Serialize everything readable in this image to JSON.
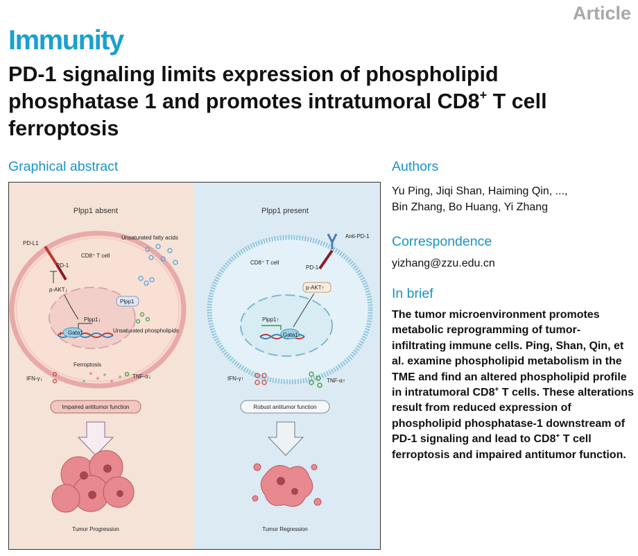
{
  "header": {
    "article_tag": "Article",
    "journal": "Immunity",
    "title_part1": "PD-1 signaling limits expression of phospholipid phosphatase 1 and promotes intratumoral CD8",
    "title_sup": "+",
    "title_part2": " T cell ferroptosis"
  },
  "graphical_abstract": {
    "heading": "Graphical abstract",
    "left_panel": {
      "title": "Plpp1 absent",
      "labels": {
        "pdl1": "PD-L1",
        "pd1": "PD-1",
        "cd8": "CD8⁺ T cell",
        "pakt": "p-AKT↓",
        "unsat_fa": "Unsaturated fatty acids",
        "plpp1_box": "Plpp1",
        "plpp1_nuc": "Plpp1↓",
        "gata1": "Gata1",
        "gata1_arrow": "↑",
        "unsat_pl": "Unsaturated phospholipids",
        "ferroptosis": "Ferroptosis",
        "ifn": "IFN-γ↓",
        "tnf": "TNF-α↓",
        "function": "Impaired antitumor function",
        "outcome": "Tumor Progression"
      }
    },
    "right_panel": {
      "title": "Plpp1 present",
      "labels": {
        "anti_pd1": "Anti-PD-1",
        "pd1": "PD-1",
        "cd8": "CD8⁺ T cell",
        "pakt": "p-AKT↑",
        "plpp1_nuc": "Plpp1↑",
        "gata1": "Gata1↓",
        "ifn": "IFN-γ↑",
        "tnf": "TNF-α↑",
        "function": "Robust antitumor function",
        "outcome": "Tumor Regression"
      }
    },
    "colors": {
      "left_bg": "#f4e3d6",
      "right_bg": "#dceaf3",
      "membrane_left": "#e8a9a9",
      "membrane_right": "#8fc6dd",
      "tumor": "#e8888f"
    }
  },
  "authors": {
    "heading": "Authors",
    "line1": "Yu Ping, Jiqi Shan, Haiming Qin, ...,",
    "line2": "Bin Zhang, Bo Huang, Yi Zhang"
  },
  "correspondence": {
    "heading": "Correspondence",
    "email": "yizhang@zzu.edu.cn"
  },
  "in_brief": {
    "heading": "In brief",
    "text1": "The tumor microenvironment promotes metabolic reprogramming of tumor-infiltrating immune cells. Ping, Shan, Qin, et al. examine phospholipid metabolism in the TME and find an altered phospholipid profile in intratumoral CD8",
    "sup1": "+",
    "text2": " T cells. These alterations result from reduced expression of phospholipid phosphatase-1 downstream of PD-1 signaling and lead to CD8",
    "sup2": "+",
    "text3": " T cell ferroptosis and impaired antitumor function."
  }
}
